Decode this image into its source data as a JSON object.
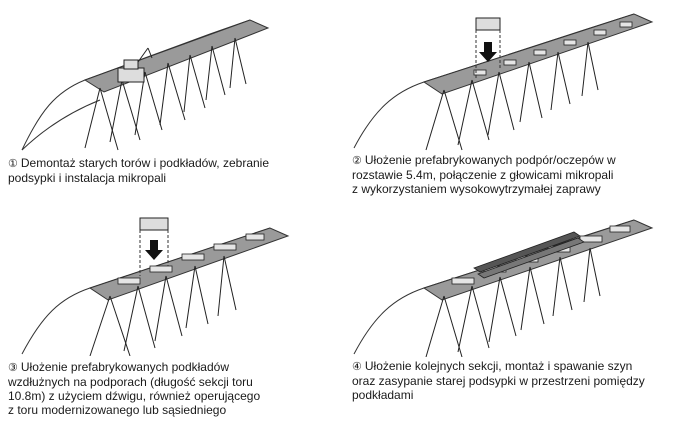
{
  "steps": [
    {
      "num": "①",
      "text": "Demontaż starych torów i podkładów, zebranie\npodsypki i instalacja mikropali"
    },
    {
      "num": "②",
      "text": "Ułożenie prefabrykowanych podpór/oczepów w\nrozstawie 5.4m, połączenie z głowicami mikropali\nz wykorzystaniem wysokowytrzymałej zaprawy"
    },
    {
      "num": "③",
      "text": "Ułożenie prefabrykowanych podkładów\nwzdłużnych na podporach (długość sekcji toru\n10.8m) z użyciem dźwigu, również operującego\nz toru modernizowanego lub sąsiedniego"
    },
    {
      "num": "④",
      "text": "Ułożenie kolejnych sekcji, montaż i spawanie szyn\noraz zasypanie starej podsypki w przestrzeni pomiędzy\npodkładami"
    }
  ]
}
